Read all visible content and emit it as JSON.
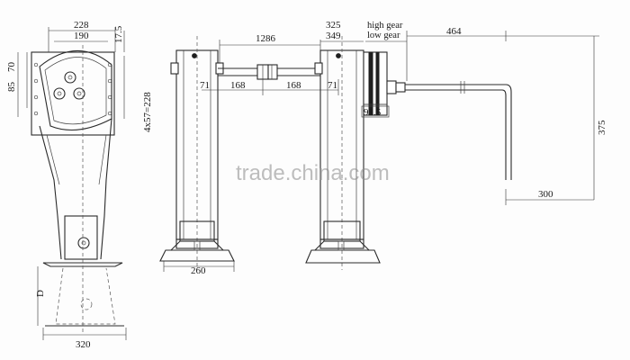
{
  "watermark": "trade.china.com",
  "labels": {
    "high_gear": "high gear",
    "low_gear": "low gear",
    "diameter": "D"
  },
  "dimensions": {
    "w228": "228",
    "w190": "190",
    "h17_5": "17.5",
    "h70": "70",
    "h85": "85",
    "bolt_pattern": "4x57=228",
    "base260": "260",
    "base320": "320",
    "shaft1286": "1286",
    "d325": "325",
    "d349": "349",
    "d464": "464",
    "d71a": "71",
    "d168a": "168",
    "d168b": "168",
    "d71b": "71",
    "d99_5": "99.5",
    "d375": "375",
    "d300": "300"
  }
}
